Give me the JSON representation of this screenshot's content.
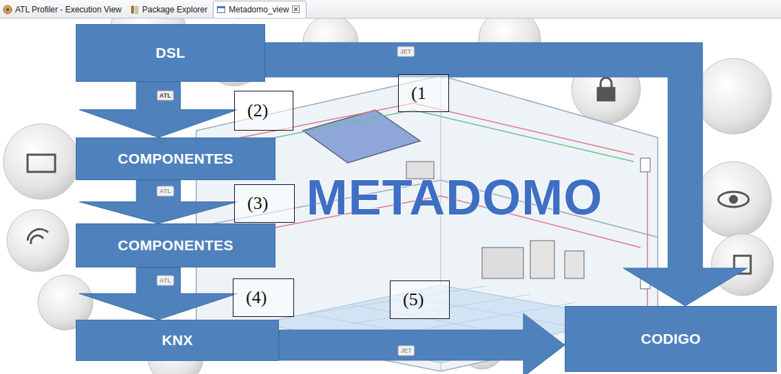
{
  "diagram": {
    "nodes": [
      {
        "text": [
          "DSL"
        ]
      },
      {
        "text": [
          "COMPONENTES"
        ]
      },
      {
        "text": [
          "COMPONENTES"
        ]
      },
      {
        "text": [
          "KNX"
        ]
      },
      {
        "text": [
          "CODIGO"
        ]
      }
    ],
    "edges": [
      {
        "from": 0,
        "to": 1,
        "arrow": "to",
        "label": "ATL"
      },
      {
        "from": 1,
        "to": 2,
        "arrow": "to",
        "label": "ATL"
      },
      {
        "from": 2,
        "to": 3,
        "arrow": "to",
        "label": "ATL"
      },
      {
        "from": 3,
        "to": 4,
        "arrow": "to",
        "label": "JET"
      },
      {
        "from": 0,
        "to": 4,
        "arrow": "to",
        "label": "JET"
      }
    ],
    "labels": [
      "ATL Profiler - Execution View",
      "Package Explorer",
      "Metadomo_view",
      "(1",
      "(2)",
      "(3)",
      "METADOMO",
      "(4)",
      "(5)"
    ]
  }
}
